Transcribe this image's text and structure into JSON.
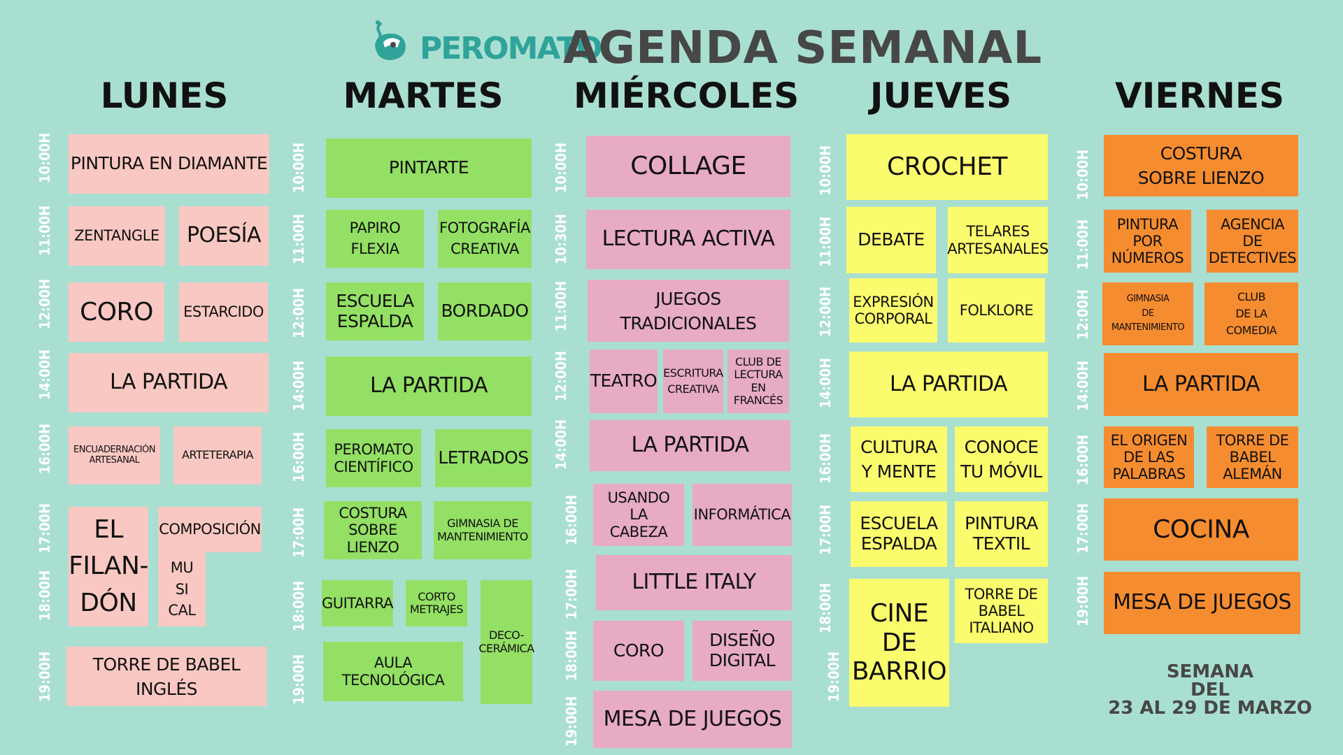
{
  "header": {
    "logo_text": "PEROMATO",
    "title": "AGENDA SEMANAL"
  },
  "days": {
    "lunes": "LUNES",
    "martes": "MARTES",
    "miercoles": "MIÉRCOLES",
    "jueves": "JUEVES",
    "viernes": "VIERNES"
  },
  "times": {
    "t1000": "10:00H",
    "t1030": "10:30H",
    "t1100": "11:00H",
    "t1200": "12:00H",
    "t1400": "14:00H",
    "t1600": "16:00H",
    "t1700": "17:00H",
    "t1800": "18:00H",
    "t1900": "19:00H"
  },
  "lunes": {
    "pintura_diamante": "PINTURA EN DIAMANTE",
    "zentangle": "ZENTANGLE",
    "poesia": "POESÍA",
    "coro": "CORO",
    "estarcido": "ESTARCIDO",
    "la_partida": "LA PARTIDA",
    "encuadernacion": "ENCUADERNACIÓN\nARTESANAL",
    "arteterapia": "ARTETERAPIA",
    "filandon": "EL\nFILAN-\nDÓN",
    "composicion": "COMPOSICIÓN",
    "musical": "MU\nSI\nCAL",
    "torre_ingles": "TORRE DE BABEL\nINGLÉS"
  },
  "martes": {
    "pintarte": "PINTARTE",
    "papiroflexia": "PAPIRO\nFLEXIA",
    "fotografia": "FOTOGRAFÍA\nCREATIVA",
    "escuela_espalda": "ESCUELA\nESPALDA",
    "bordado": "BORDADO",
    "la_partida": "LA PARTIDA",
    "peromato_cientifico": "PEROMATO\nCIENTÍFICO",
    "letrados": "LETRADOS",
    "costura_lienzo": "COSTURA\nSOBRE LIENZO",
    "gimnasia": "GIMNASIA DE\nMANTENIMIENTO",
    "guitarra": "GUITARRA",
    "cortometrajes": "CORTO\nMETRAJES",
    "decoceramica": "DECO-\nCERÁMICA",
    "aula_tecnologica": "AULA\nTECNOLÓGICA"
  },
  "miercoles": {
    "collage": "COLLAGE",
    "lectura_activa": "LECTURA ACTIVA",
    "juegos_tradicionales": "JUEGOS\nTRADICIONALES",
    "teatro": "TEATRO",
    "escritura_creativa": "ESCRITURA\nCREATIVA",
    "club_lectura_frances": "CLUB DE\nLECTURA\nEN FRANCÉS",
    "la_partida": "LA PARTIDA",
    "usando_cabeza": "USANDO\nLA\nCABEZA",
    "informatica": "INFORMÁTICA",
    "little_italy": "LITTLE ITALY",
    "coro": "CORO",
    "diseno_digital": "DISEÑO\nDIGITAL",
    "mesa_juegos": "MESA DE JUEGOS"
  },
  "jueves": {
    "crochet": "CROCHET",
    "debate": "DEBATE",
    "telares": "TELARES\nARTESANALES",
    "expresion_corporal": "EXPRESIÓN\nCORPORAL",
    "folklore": "FOLKLORE",
    "la_partida": "LA PARTIDA",
    "cultura_mente": "CULTURA\nY MENTE",
    "conoce_movil": "CONOCE\nTU MÓVIL",
    "escuela_espalda": "ESCUELA\nESPALDA",
    "pintura_textil": "PINTURA\nTEXTIL",
    "cine_barrio": "CINE\nDE\nBARRIO",
    "torre_italiano": "TORRE DE\nBABEL\nITALIANO"
  },
  "viernes": {
    "costura_lienzo": "COSTURA\nSOBRE LIENZO",
    "pintura_numeros": "PINTURA\nPOR\nNÚMEROS",
    "agencia_detectives": "AGENCIA\nDE\nDETECTIVES",
    "gimnasia": "GIMNASIA\nDE\nMANTENIMIENTO",
    "club_comedia": "CLUB\nDE LA\nCOMEDIA",
    "la_partida": "LA PARTIDA",
    "origen_palabras": "EL ORIGEN\nDE LAS\nPALABRAS",
    "torre_aleman": "TORRE DE\nBABEL\nALEMÁN",
    "cocina": "COCINA",
    "mesa_juegos": "MESA DE JUEGOS"
  },
  "week": {
    "line1": "SEMANA",
    "line2": "DEL",
    "line3": "23 AL 29 DE MARZO"
  },
  "colors": {
    "background": "#a9dfd1",
    "lunes": "#f9c8c2",
    "martes": "#93e064",
    "miercoles": "#e7abc4",
    "jueves": "#fbfb6e",
    "viernes": "#f68c30",
    "title": "#474747",
    "logo": "#2fa39a"
  },
  "icons": [
    "mascot-logo-icon"
  ]
}
